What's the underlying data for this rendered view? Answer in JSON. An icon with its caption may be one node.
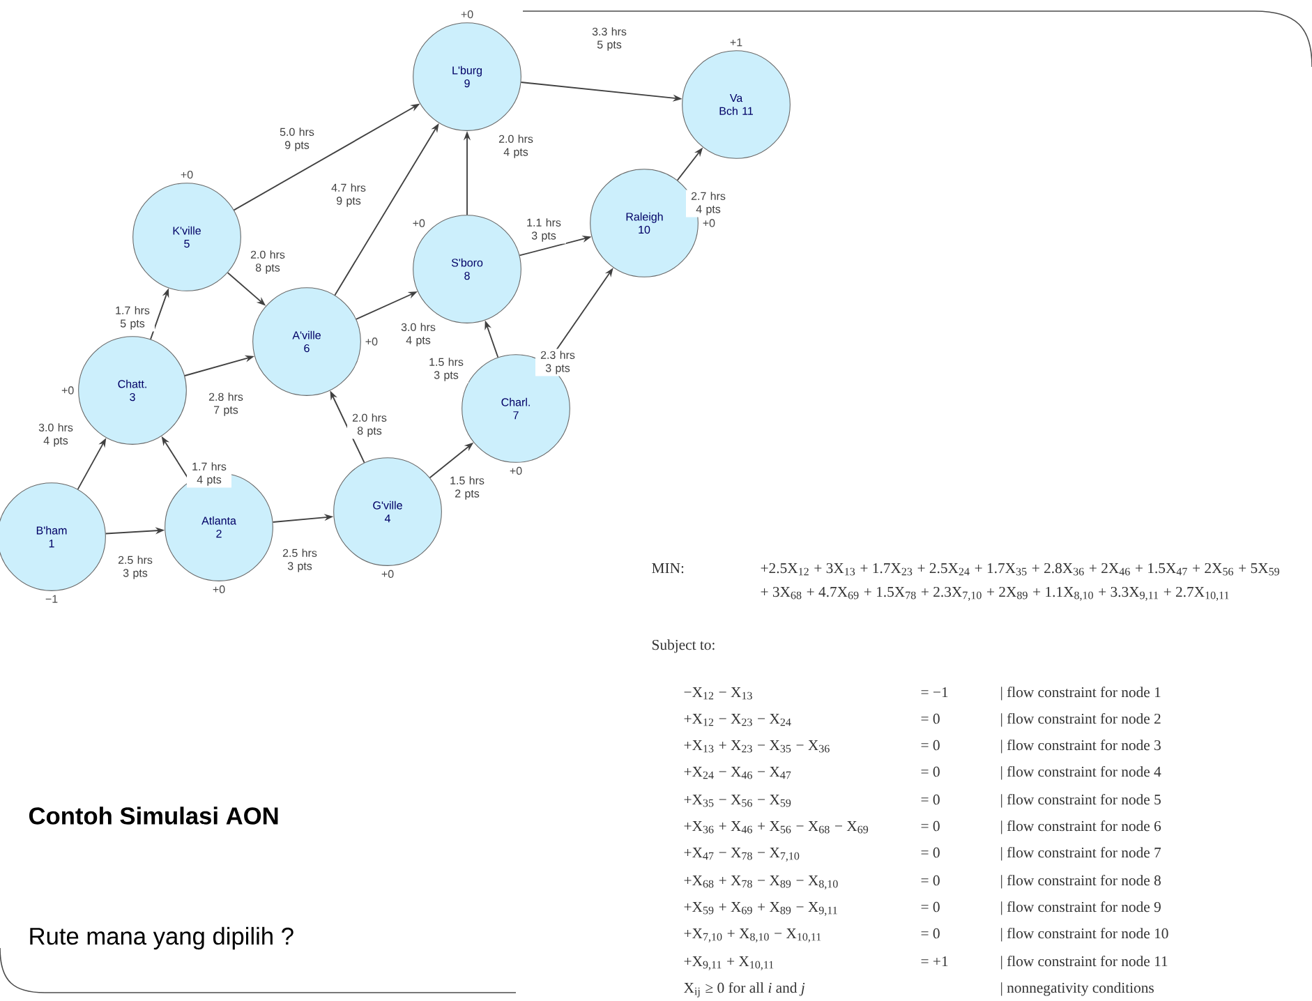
{
  "diagram": {
    "title": "Contoh Simulasi AON",
    "nodes": [
      {
        "text": [
          "B'ham 1"
        ],
        "beside": [
          "−1"
        ]
      },
      {
        "text": [
          "Atlanta 2"
        ],
        "beside": [
          "+0"
        ]
      },
      {
        "text": [
          "Chatt. 3"
        ],
        "beside": [
          "+0"
        ]
      },
      {
        "text": [
          "G'ville 4"
        ],
        "beside": [
          "+0"
        ]
      },
      {
        "text": [
          "K'ville 5"
        ],
        "beside": [
          "+0"
        ]
      },
      {
        "text": [
          "A'ville 6"
        ],
        "beside": [
          "+0"
        ]
      },
      {
        "text": [
          "Charl. 7"
        ],
        "beside": [
          "+0"
        ]
      },
      {
        "text": [
          "S'boro 8"
        ],
        "beside": [
          "+0"
        ]
      },
      {
        "text": [
          "L'burg 9"
        ],
        "beside": [
          "+0"
        ]
      },
      {
        "text": [
          "Raleigh 10"
        ],
        "beside": [
          "+0"
        ]
      },
      {
        "text": [
          "Va Bch 11"
        ],
        "beside": [
          "+1"
        ]
      }
    ],
    "edges": [
      {
        "from": 0,
        "to": 1,
        "arrow": "to",
        "label": "2.5 hrs 3 pts"
      },
      {
        "from": 0,
        "to": 2,
        "arrow": "to",
        "label": "3.0 hrs 4 pts"
      },
      {
        "from": 1,
        "to": 2,
        "arrow": "to",
        "label": "1.7 hrs 4 pts"
      },
      {
        "from": 1,
        "to": 3,
        "arrow": "to",
        "label": "2.5 hrs 3 pts"
      },
      {
        "from": 2,
        "to": 4,
        "arrow": "to",
        "label": "1.7 hrs 5 pts"
      },
      {
        "from": 2,
        "to": 5,
        "arrow": "to",
        "label": "2.8 hrs 7 pts"
      },
      {
        "from": 3,
        "to": 5,
        "arrow": "to",
        "label": "2.0 hrs 8 pts"
      },
      {
        "from": 3,
        "to": 6,
        "arrow": "to",
        "label": "1.5 hrs 2 pts"
      },
      {
        "from": 4,
        "to": 5,
        "arrow": "to",
        "label": "2.0 hrs 8 pts"
      },
      {
        "from": 4,
        "to": 8,
        "arrow": "to",
        "label": "5.0 hrs 9 pts"
      },
      {
        "from": 5,
        "to": 7,
        "arrow": "to",
        "label": "3.0 hrs 4 pts"
      },
      {
        "from": 5,
        "to": 8,
        "arrow": "to",
        "label": "4.7 hrs 9 pts"
      },
      {
        "from": 6,
        "to": 7,
        "arrow": "to",
        "label": "1.5 hrs 3 pts"
      },
      {
        "from": 6,
        "to": 9,
        "arrow": "to",
        "label": "2.3 hrs 3 pts"
      },
      {
        "from": 7,
        "to": 8,
        "arrow": "to",
        "label": "2.0 hrs 4 pts"
      },
      {
        "from": 7,
        "to": 9,
        "arrow": "to",
        "label": "1.1 hrs 3 pts"
      },
      {
        "from": 8,
        "to": 10,
        "arrow": "to",
        "label": "3.3 hrs 5 pts"
      },
      {
        "from": 9,
        "to": 10,
        "arrow": "to",
        "label": "2.7 hrs 4 pts"
      }
    ],
    "labels": [
      "MIN:",
      "+2.5X$_{12}$ + 3X$_{13}$ + 1.7X$_{23}$ + 2.5X$_{24}$ + 1.7X$_{35}$ + 2.8X$_{36}$ + 2X$_{46}$ + 1.5X$_{47}$ + 2X$_{56}$ + 5X$_{59}$",
      "+ 3X$_{68}$ + 4.7X$_{69}$ + 1.5X$_{78}$ + 2.3X$_{7,10}$ + 2X$_{89}$ + 1.1X$_{8,10}$ + 3.3X$_{9,11}$ + 2.7X$_{10,11}$",
      "Subject to:",
      "−X$_{12}$ − X$_{13}$",
      "= −1",
      "| flow constraint for node 1",
      "+X$_{12}$ − X$_{23}$ − X$_{24}$",
      "= 0",
      "| flow constraint for node 2",
      "+X$_{13}$ + X$_{23}$ − X$_{35}$ − X$_{36}$",
      "= 0",
      "| flow constraint for node 3",
      "+X$_{24}$ − X$_{46}$ − X$_{47}$",
      "= 0",
      "| flow constraint for node 4",
      "+X$_{35}$ − X$_{56}$ − X$_{59}$",
      "= 0",
      "| flow constraint for node 5",
      "+X$_{36}$ + X$_{46}$ + X$_{56}$ − X$_{68}$ − X$_{69}$",
      "= 0",
      "| flow constraint for node 6",
      "+X$_{47}$ − X$_{78}$ − X$_{7,10}$",
      "= 0",
      "| flow constraint for node 7",
      "+X$_{68}$ + X$_{78}$ − X$_{89}$ − X$_{8,10}$",
      "= 0",
      "| flow constraint for node 8",
      "+X$_{59}$ + X$_{69}$ + X$_{89}$ − X$_{9,11}$",
      "= 0",
      "| flow constraint for node 9",
      "+X$_{7,10}$ + X$_{8,10}$ − X$_{10,11}$",
      "= 0",
      "| flow constraint for node 10",
      "+X$_{9,11}$ + X$_{10,11}$",
      "= +1",
      "| flow constraint for node 11",
      "X$_{ij}$ ≥ 0 for all *i* and *j*",
      "| nonnegativity conditions",
      "Rute mana yang dipilih ?"
    ]
  }
}
